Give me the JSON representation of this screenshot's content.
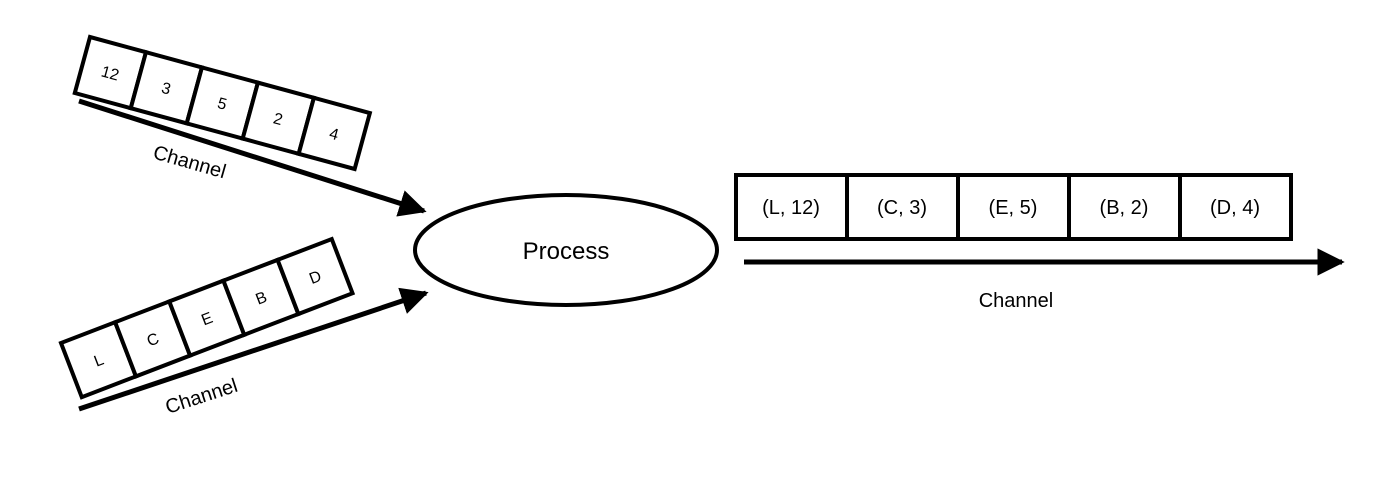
{
  "process": {
    "label": "Process"
  },
  "input_channel_a": {
    "label": "Channel",
    "items": [
      "12",
      "3",
      "5",
      "2",
      "4"
    ]
  },
  "input_channel_b": {
    "label": "Channel",
    "items": [
      "L",
      "C",
      "E",
      "B",
      "D"
    ]
  },
  "output_channel": {
    "label": "Channel",
    "items": [
      "(L, 12)",
      "(C, 3)",
      "(E, 5)",
      "(B, 2)",
      "(D, 4)"
    ]
  }
}
